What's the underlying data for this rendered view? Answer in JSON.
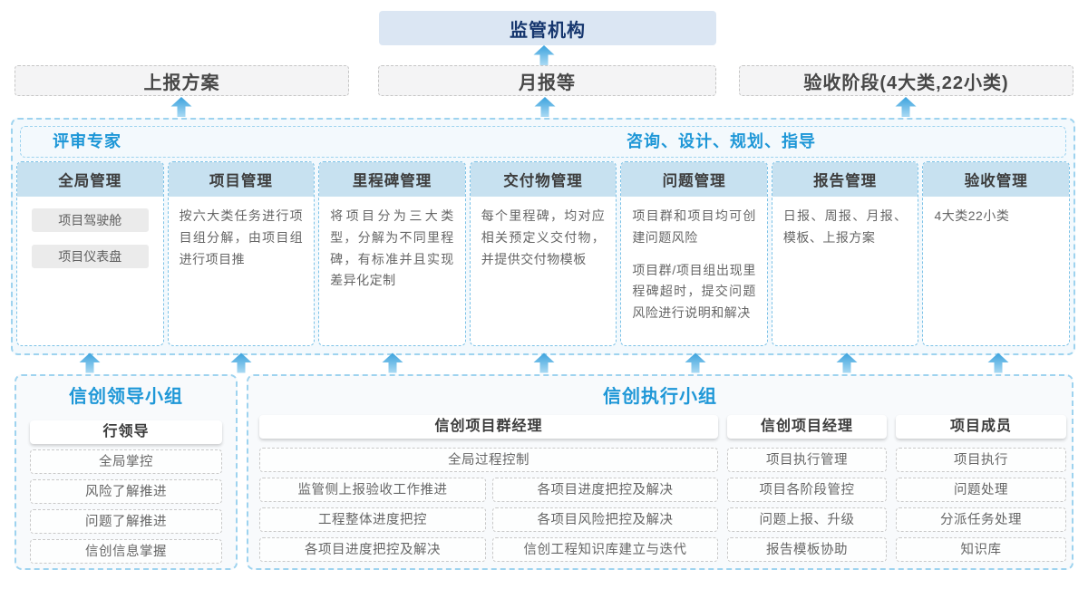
{
  "top": {
    "regulator": "监管机构",
    "channels": [
      "上报方案",
      "月报等",
      "验收阶段(4大类,22小类)"
    ]
  },
  "platform": {
    "left_role": "评审专家",
    "right_role": "咨询、设计、规划、指导",
    "columns": [
      {
        "title": "全局管理",
        "pills": [
          "项目驾驶舱",
          "项目仪表盘"
        ]
      },
      {
        "title": "项目管理",
        "text": "按六大类任务进行项目组分解，由项目组进行项目推"
      },
      {
        "title": "里程碑管理",
        "text": "将项目分为三大类型，分解为不同里程碑，有标准并且实现差异化定制"
      },
      {
        "title": "交付物管理",
        "text": "每个里程碑，均对应相关预定义交付物，并提供交付物模板"
      },
      {
        "title": "问题管理",
        "paragraphs": [
          "项目群和项目均可创建问题风险",
          "项目群/项目组出现里程碑超时，提交问题风险进行说明和解决"
        ]
      },
      {
        "title": "报告管理",
        "text": "日报、周报、月报、模板、上报方案"
      },
      {
        "title": "验收管理",
        "text": "4大类22小类"
      }
    ]
  },
  "groups": {
    "leader": {
      "title": "信创领导小组",
      "role": "行领导",
      "items": [
        "全局掌控",
        "风险了解推进",
        "问题了解推进",
        "信创信息掌握"
      ]
    },
    "executor": {
      "title": "信创执行小组",
      "pgm": {
        "role": "信创项目群经理",
        "full_item": "全局过程控制",
        "items": [
          "监管侧上报验收工作推进",
          "各项目进度把控及解决",
          "工程整体进度把控",
          "各项目风险把控及解决",
          "各项目进度把控及解决",
          "信创工程知识库建立与迭代"
        ]
      },
      "pm": {
        "role": "信创项目经理",
        "items": [
          "项目执行管理",
          "项目各阶段管控",
          "问题上报、升级",
          "报告模板协助"
        ]
      },
      "member": {
        "role": "项目成员",
        "items": [
          "项目执行",
          "问题处理",
          "分派任务处理",
          "知识库"
        ]
      }
    }
  },
  "colors": {
    "accent_blue": "#1e97d7",
    "navy_text": "#16366e",
    "regulator_bg": "#dbe6f3",
    "column_header_bg": "#c7e1f0",
    "dashed_blue": "#7cc2e7",
    "arrow_blue": "#3aa2dd"
  }
}
